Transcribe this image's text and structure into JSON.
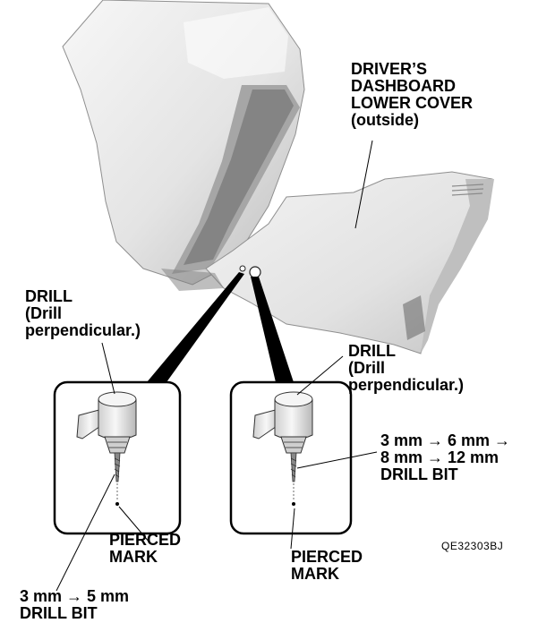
{
  "labels": {
    "cover": [
      "DRIVER’S",
      "DASHBOARD",
      "LOWER COVER",
      "(outside)"
    ],
    "drill_left": [
      "DRILL",
      "(Drill",
      "perpendicular.)"
    ],
    "drill_right": [
      "DRILL",
      "(Drill",
      "perpendicular.)"
    ],
    "bit_right": [
      "3 mm → 6 mm →",
      "8 mm → 12 mm",
      "DRILL BIT"
    ],
    "pierced_left": [
      "PIERCED",
      "MARK"
    ],
    "pierced_right": [
      "PIERCED",
      "MARK"
    ],
    "bit_left": [
      "3 mm → 5 mm",
      "DRILL BIT"
    ]
  },
  "figure_code": "QE32303BJ",
  "colors": {
    "ink": "#000000",
    "panel_light": "#f4f4f4",
    "panel_mid": "#d6d6d6",
    "panel_dark": "#9a9a9a",
    "drill_body": "#e9e9e9"
  }
}
